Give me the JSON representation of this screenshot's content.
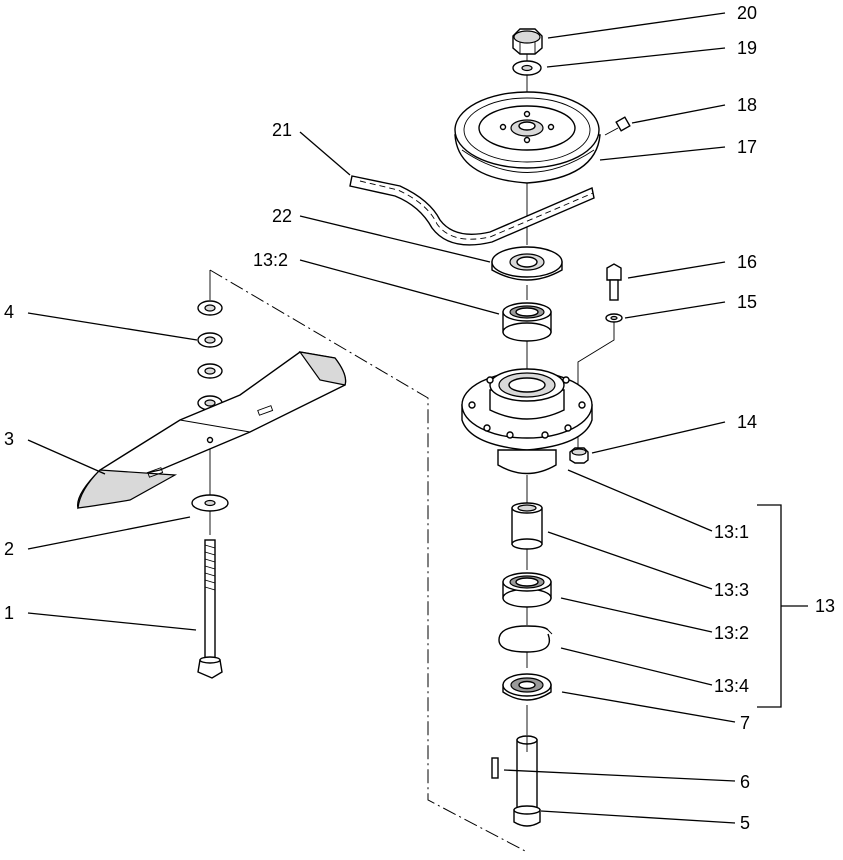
{
  "callouts": [
    {
      "id": "c20",
      "text": "20"
    },
    {
      "id": "c19",
      "text": "19"
    },
    {
      "id": "c18",
      "text": "18"
    },
    {
      "id": "c17",
      "text": "17"
    },
    {
      "id": "c21",
      "text": "21"
    },
    {
      "id": "c22",
      "text": "22"
    },
    {
      "id": "c13-2a",
      "text": "13:2"
    },
    {
      "id": "c16",
      "text": "16"
    },
    {
      "id": "c15",
      "text": "15"
    },
    {
      "id": "c4",
      "text": "4"
    },
    {
      "id": "c14",
      "text": "14"
    },
    {
      "id": "c3",
      "text": "3"
    },
    {
      "id": "c13-1",
      "text": "13:1"
    },
    {
      "id": "c2",
      "text": "2"
    },
    {
      "id": "c13-3",
      "text": "13:3"
    },
    {
      "id": "c13",
      "text": "13"
    },
    {
      "id": "c1",
      "text": "1"
    },
    {
      "id": "c13-2b",
      "text": "13:2"
    },
    {
      "id": "c13-4",
      "text": "13:4"
    },
    {
      "id": "c7",
      "text": "7"
    },
    {
      "id": "c6",
      "text": "6"
    },
    {
      "id": "c5",
      "text": "5"
    }
  ]
}
